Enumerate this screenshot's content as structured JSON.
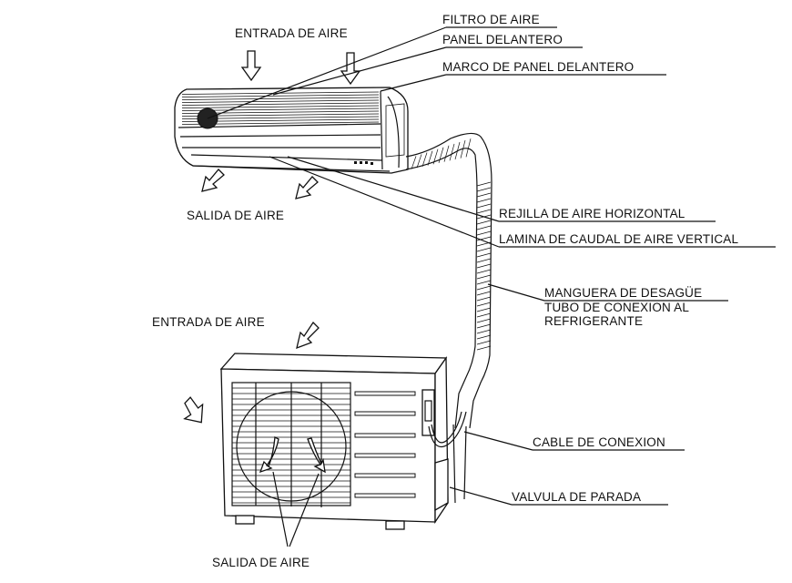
{
  "labels": {
    "filtro": "FILTRO DE AIRE",
    "panel": "PANEL DELANTERO",
    "marco": "MARCO DE PANEL DELANTERO",
    "entrada_top": "ENTRADA DE AIRE",
    "salida_top": "SALIDA DE AIRE",
    "rejilla": "REJILLA DE AIRE HORIZONTAL",
    "lamina": "LAMINA DE CAUDAL DE AIRE VERTICAL",
    "manguera": "MANGUERA DE DESAGÜE",
    "tubo_1": "TUBO DE CONEXION AL",
    "tubo_2": "REFRIGERANTE",
    "entrada_bottom": "ENTRADA DE AIRE",
    "cable": "CABLE DE CONEXION",
    "valvula": "VALVULA DE PARADA",
    "salida_bottom": "SALIDA DE AIRE"
  },
  "colors": {
    "ink": "#111111",
    "background": "#ffffff"
  }
}
